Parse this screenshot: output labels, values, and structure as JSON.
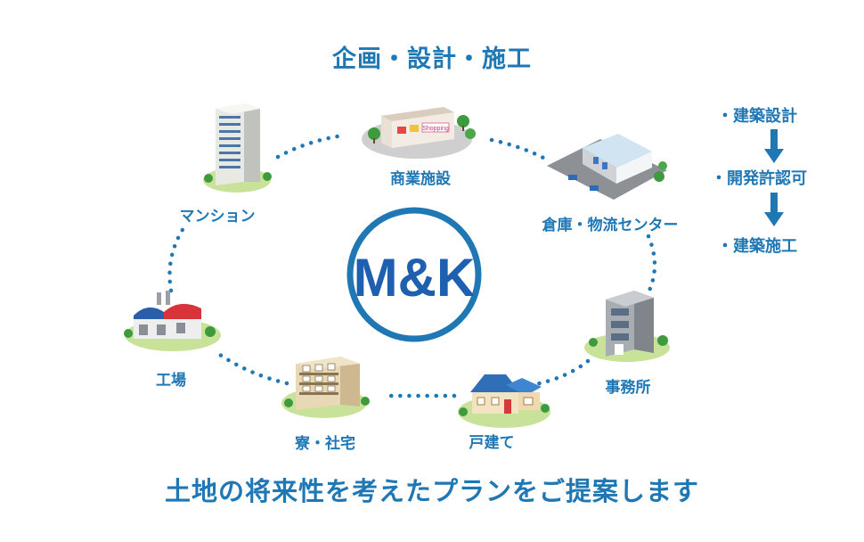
{
  "title": "企画・設計・施工",
  "tagline": "土地の将来性を考えたプランをご提案します",
  "logo": {
    "text": "M&K",
    "color": "#1f5fb0",
    "ring_color": "#1f77b4"
  },
  "colors": {
    "accent": "#1f77b4",
    "dots": "#1f77b4",
    "ground": "#c8e29a"
  },
  "buildings": [
    {
      "id": "commercial",
      "label": "商業施設",
      "icon": "shopping-mall-icon",
      "sign": "Shopping"
    },
    {
      "id": "warehouse",
      "label": "倉庫・物流センター",
      "icon": "warehouse-icon"
    },
    {
      "id": "office",
      "label": "事務所",
      "icon": "office-building-icon"
    },
    {
      "id": "house",
      "label": "戸建て",
      "icon": "house-icon"
    },
    {
      "id": "dormitory",
      "label": "寮・社宅",
      "icon": "dormitory-icon"
    },
    {
      "id": "factory",
      "label": "工場",
      "icon": "factory-icon"
    },
    {
      "id": "mansion",
      "label": "マンション",
      "icon": "apartment-tower-icon"
    }
  ],
  "process_steps": [
    "・建築設計",
    "・開発許認可",
    "・建築施工"
  ]
}
